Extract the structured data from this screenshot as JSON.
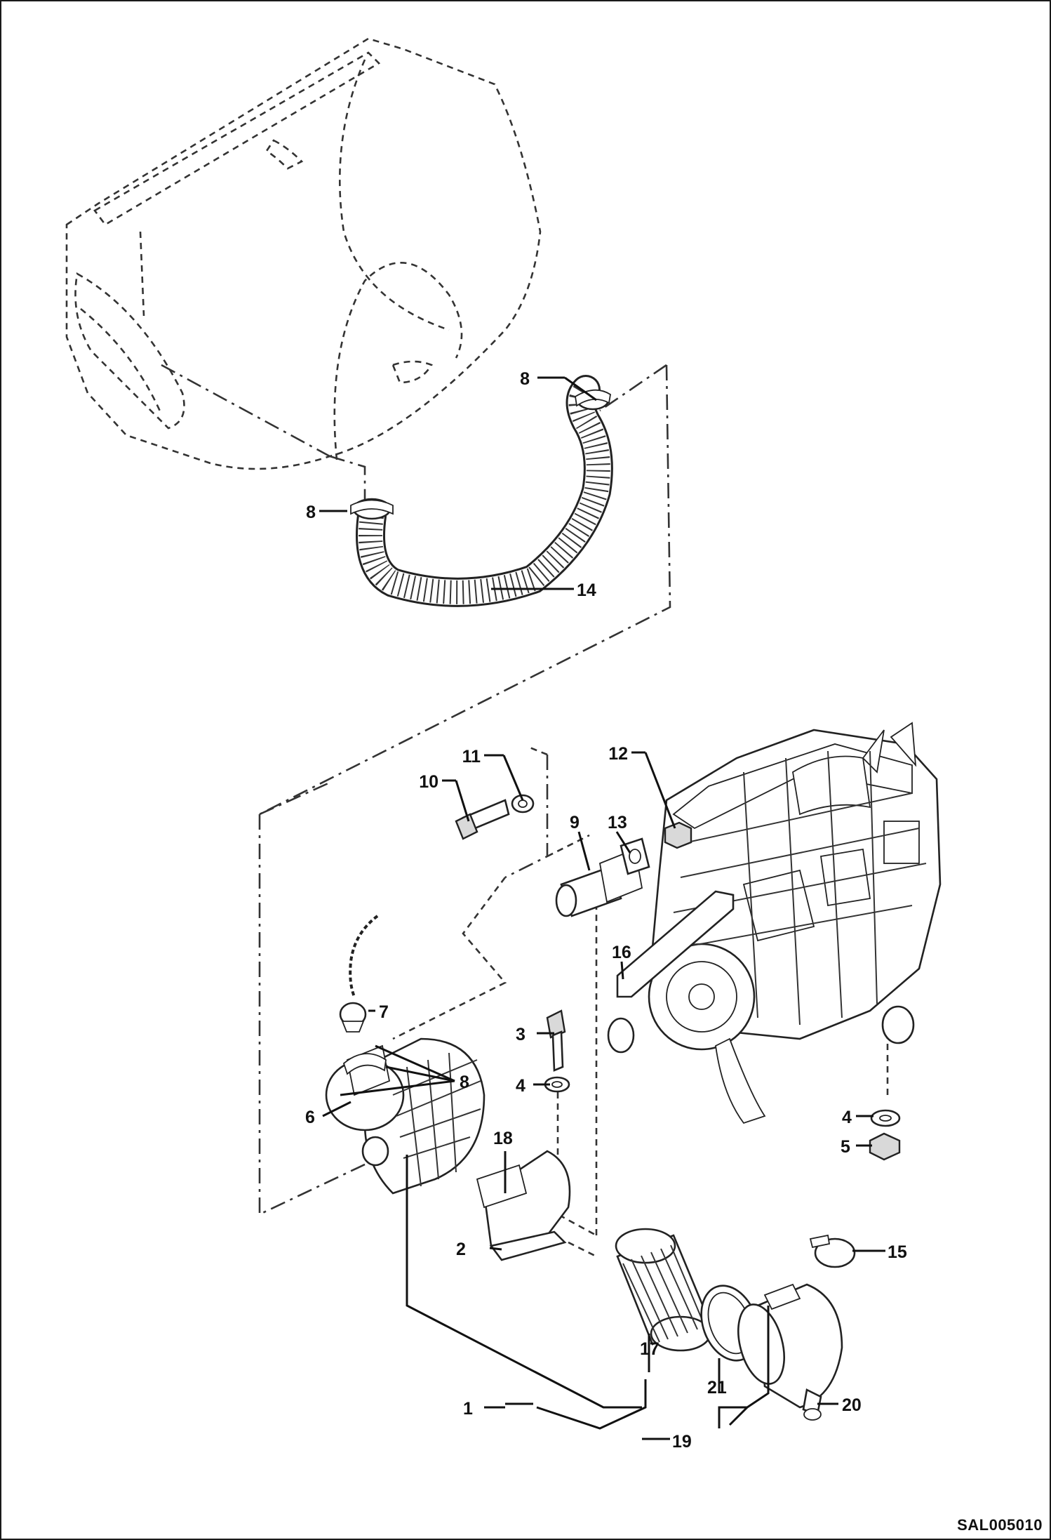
{
  "drawing_id": "SAL005010",
  "callouts": {
    "c1": "1",
    "c2": "2",
    "c3": "3",
    "c4a": "4",
    "c4b": "4",
    "c5": "5",
    "c6": "6",
    "c7": "7",
    "c8a": "8",
    "c8b": "8",
    "c8c": "8",
    "c9": "9",
    "c10": "10",
    "c11": "11",
    "c12": "12",
    "c13": "13",
    "c14": "14",
    "c15": "15",
    "c16": "16",
    "c17": "17",
    "c18": "18",
    "c19": "19",
    "c20": "20",
    "c21": "21"
  }
}
